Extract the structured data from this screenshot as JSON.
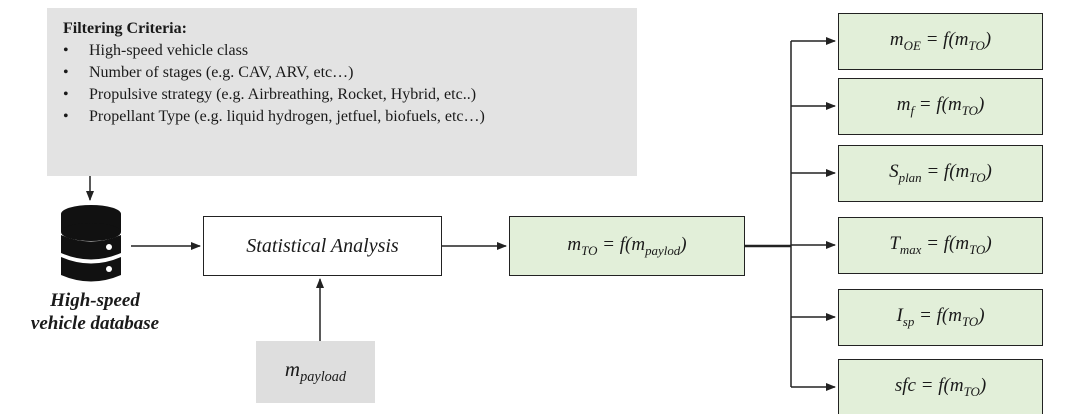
{
  "criteria": {
    "title": "Filtering Criteria:",
    "items": [
      "High-speed vehicle class",
      "Number of stages (e.g. CAV, ARV, etc…)",
      "Propulsive strategy (e.g. Airbreathing, Rocket, Hybrid, etc..)",
      "Propellant Type (e.g. liquid hydrogen, jetfuel, biofuels, etc…)"
    ]
  },
  "database": {
    "label_line1": "High-speed",
    "label_line2": "vehicle database",
    "icon": "database-icon"
  },
  "analysis": {
    "label": "Statistical Analysis"
  },
  "payload": {
    "base": "m",
    "sub": "payload"
  },
  "takeoff": {
    "base": "m",
    "sub": "TO",
    "rhs_prefix": " = f(",
    "arg_base": "m",
    "arg_sub": "paylod",
    "rhs_suffix": ")"
  },
  "outputs": [
    {
      "base": "m",
      "sub": "OE",
      "rhs": " = f(m",
      "rhs_sub": "TO",
      "rhs_end": ")"
    },
    {
      "base": "m",
      "sub": "f",
      "rhs": " = f(m",
      "rhs_sub": "TO",
      "rhs_end": ")"
    },
    {
      "base": "S",
      "sub": "plan",
      "rhs": " = f(m",
      "rhs_sub": "TO",
      "rhs_end": ")"
    },
    {
      "base": "T",
      "sub": "max",
      "rhs": " = f(m",
      "rhs_sub": "TO",
      "rhs_end": ")"
    },
    {
      "base": "I",
      "sub": "sp",
      "rhs": " = f(m",
      "rhs_sub": "TO",
      "rhs_end": ")"
    },
    {
      "base": "sfc",
      "sub": "",
      "rhs": " = f(m",
      "rhs_sub": "TO",
      "rhs_end": ")"
    }
  ],
  "colors": {
    "criteria_bg": "#e3e3e3",
    "output_fill": "#e2efd9",
    "payload_bg": "#dedede",
    "line": "#222222"
  }
}
